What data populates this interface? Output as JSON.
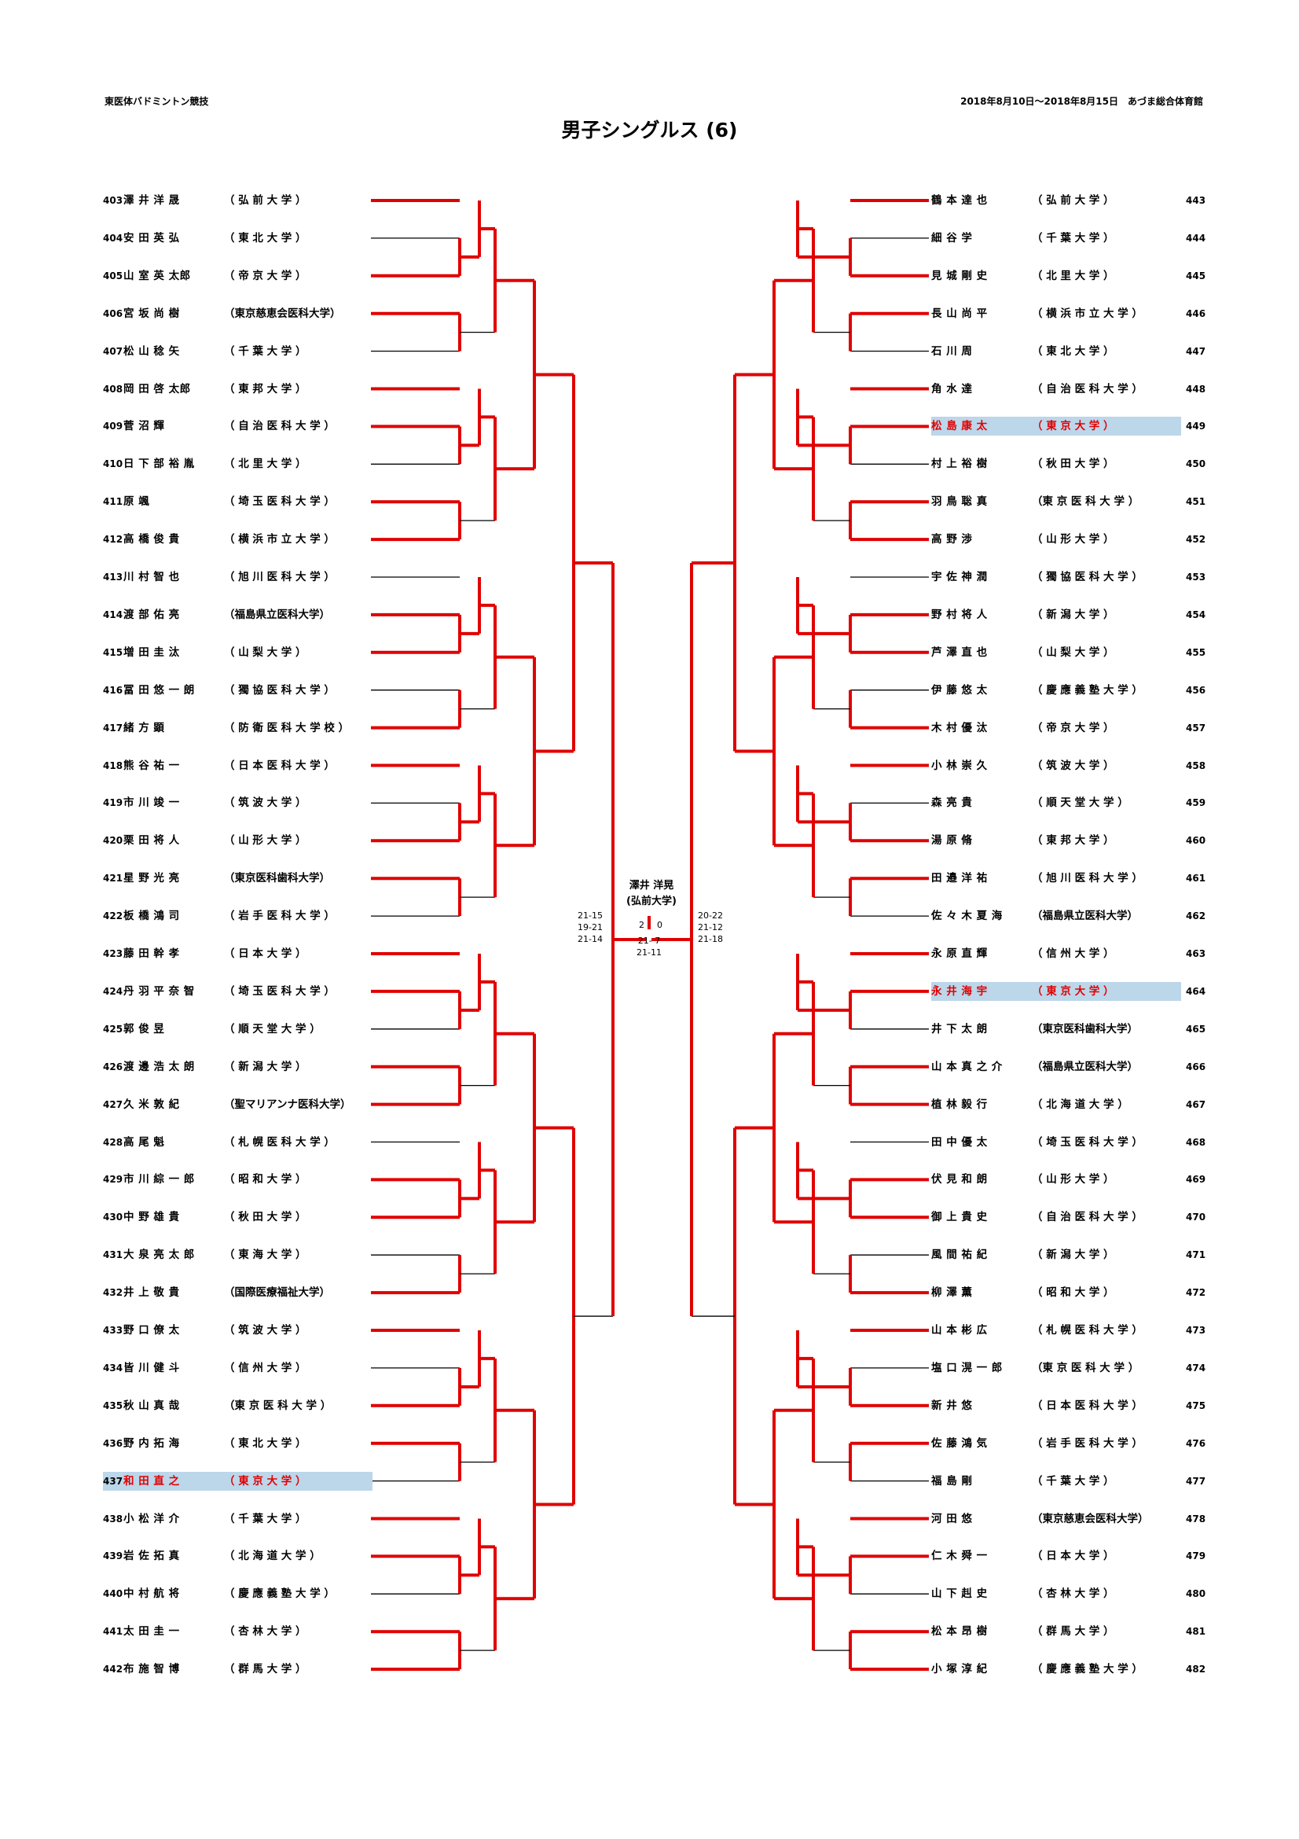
{
  "header": {
    "left": "東医体バドミントン競技",
    "right": "2018年8月10日～2018年8月15日　あづま総合体育館",
    "title": "男子シングルス (6)"
  },
  "champion": {
    "name": "澤井 洋晃",
    "univ": "(弘前大学)"
  },
  "left_players": [
    {
      "no": "403",
      "name": "澤 井 洋 晟",
      "univ": "（ 弘 前 大 学 ）"
    },
    {
      "no": "404",
      "name": "安 田 英 弘",
      "univ": "（ 東 北 大 学 ）"
    },
    {
      "no": "405",
      "name": "山 室 英 太郎",
      "univ": "（ 帝 京 大 学 ）"
    },
    {
      "no": "406",
      "name": "宮 坂 尚 樹",
      "univ": "（東京慈恵会医科大学）"
    },
    {
      "no": "407",
      "name": "松 山 稔 矢",
      "univ": "（ 千 葉 大 学 ）"
    },
    {
      "no": "408",
      "name": "岡 田 啓 太郎",
      "univ": "（ 東 邦 大 学 ）"
    },
    {
      "no": "409",
      "name": "菅 沼 輝",
      "univ": "（ 自 治 医 科 大 学 ）"
    },
    {
      "no": "410",
      "name": "日 下 部 裕 胤",
      "univ": "（ 北 里 大 学 ）"
    },
    {
      "no": "411",
      "name": "原 颯",
      "univ": "（ 埼 玉 医 科 大 学 ）"
    },
    {
      "no": "412",
      "name": "高 橋 俊 貴",
      "univ": "（ 横 浜 市 立 大 学 ）"
    },
    {
      "no": "413",
      "name": "川 村 智 也",
      "univ": "（ 旭 川 医 科 大 学 ）"
    },
    {
      "no": "414",
      "name": "渡 部 佑 亮",
      "univ": "（福島県立医科大学）"
    },
    {
      "no": "415",
      "name": "増 田 圭 汰",
      "univ": "（ 山 梨 大 学 ）"
    },
    {
      "no": "416",
      "name": "冨 田 悠 一 朗",
      "univ": "（ 獨 協 医 科 大 学 ）"
    },
    {
      "no": "417",
      "name": "緒 方 顕",
      "univ": "（ 防 衛 医 科 大 学 校 ）"
    },
    {
      "no": "418",
      "name": "熊 谷 祐 一",
      "univ": "（ 日 本 医 科 大 学 ）"
    },
    {
      "no": "419",
      "name": "市 川 竣 一",
      "univ": "（ 筑 波 大 学 ）"
    },
    {
      "no": "420",
      "name": "栗 田 将 人",
      "univ": "（ 山 形 大 学 ）"
    },
    {
      "no": "421",
      "name": "星 野 光 亮",
      "univ": "（東京医科歯科大学）"
    },
    {
      "no": "422",
      "name": "板 橋 鴻 司",
      "univ": "（ 岩 手 医 科 大 学 ）"
    },
    {
      "no": "423",
      "name": "藤 田 幹 孝",
      "univ": "（ 日 本 大 学 ）"
    },
    {
      "no": "424",
      "name": "丹 羽 平 奈 智",
      "univ": "（ 埼 玉 医 科 大 学 ）"
    },
    {
      "no": "425",
      "name": "郭 俊 昱",
      "univ": "（ 順 天 堂 大 学 ）"
    },
    {
      "no": "426",
      "name": "渡 邊 浩 太 朗",
      "univ": "（ 新 潟 大 学 ）"
    },
    {
      "no": "427",
      "name": "久 米 敦 紀",
      "univ": "（聖マリアンナ医科大学）"
    },
    {
      "no": "428",
      "name": "高 尾 魁",
      "univ": "（ 札 幌 医 科 大 学 ）"
    },
    {
      "no": "429",
      "name": "市 川 綜 一 郎",
      "univ": "（ 昭 和 大 学 ）"
    },
    {
      "no": "430",
      "name": "中 野 雄 貴",
      "univ": "（ 秋 田 大 学 ）"
    },
    {
      "no": "431",
      "name": "大 泉 亮 太 郎",
      "univ": "（ 東 海 大 学 ）"
    },
    {
      "no": "432",
      "name": "井 上 敬 貴",
      "univ": "（国際医療福祉大学）"
    },
    {
      "no": "433",
      "name": "野 口 僚 太",
      "univ": "（ 筑 波 大 学 ）"
    },
    {
      "no": "434",
      "name": "皆 川 健 斗",
      "univ": "（ 信 州 大 学 ）"
    },
    {
      "no": "435",
      "name": "秋 山 真 哉",
      "univ": "（東 京 医 科 大 学 ）"
    },
    {
      "no": "436",
      "name": "野 内 拓 海",
      "univ": "（ 東 北 大 学 ）"
    },
    {
      "no": "437",
      "name": "和 田 直 之",
      "univ": "（ 東 京 大 学 ）",
      "hl": true
    },
    {
      "no": "438",
      "name": "小 松 洋 介",
      "univ": "（ 千 葉 大 学 ）"
    },
    {
      "no": "439",
      "name": "岩 佐 拓 真",
      "univ": "（ 北 海 道 大 学 ）"
    },
    {
      "no": "440",
      "name": "中 村 航 将",
      "univ": "（ 慶 應 義 塾 大 学 ）"
    },
    {
      "no": "441",
      "name": "太 田 圭 一",
      "univ": "（ 杏 林 大 学 ）"
    },
    {
      "no": "442",
      "name": "布 施 智 博",
      "univ": "（ 群 馬 大 学 ）"
    }
  ],
  "right_players": [
    {
      "no": "443",
      "name": "鶴 本 達 也",
      "univ": "（ 弘 前 大 学 ）"
    },
    {
      "no": "444",
      "name": "細 谷 学",
      "univ": "（ 千 葉 大 学 ）"
    },
    {
      "no": "445",
      "name": "見 城 剛 史",
      "univ": "（ 北 里 大 学 ）"
    },
    {
      "no": "446",
      "name": "長 山 尚 平",
      "univ": "（ 横 浜 市 立 大 学 ）"
    },
    {
      "no": "447",
      "name": "石 川 周",
      "univ": "（ 東 北 大 学 ）"
    },
    {
      "no": "448",
      "name": "角 水 達",
      "univ": "（ 自 治 医 科 大 学 ）"
    },
    {
      "no": "449",
      "name": "松 島 康 太",
      "univ": "（ 東 京 大 学 ）",
      "hl": true
    },
    {
      "no": "450",
      "name": "村 上 裕 樹",
      "univ": "（ 秋 田 大 学 ）"
    },
    {
      "no": "451",
      "name": "羽 鳥 聡 真",
      "univ": "（東 京 医 科 大 学 ）"
    },
    {
      "no": "452",
      "name": "高 野 渉",
      "univ": "（ 山 形 大 学 ）"
    },
    {
      "no": "453",
      "name": "宇 佐 神 潤",
      "univ": "（ 獨 協 医 科 大 学 ）"
    },
    {
      "no": "454",
      "name": "野 村 将 人",
      "univ": "（ 新 潟 大 学 ）"
    },
    {
      "no": "455",
      "name": "芦 澤 直 也",
      "univ": "（ 山 梨 大 学 ）"
    },
    {
      "no": "456",
      "name": "伊 藤 悠 太",
      "univ": "（ 慶 應 義 塾 大 学 ）"
    },
    {
      "no": "457",
      "name": "木 村 優 汰",
      "univ": "（ 帝 京 大 学 ）"
    },
    {
      "no": "458",
      "name": "小 林 崇 久",
      "univ": "（ 筑 波 大 学 ）"
    },
    {
      "no": "459",
      "name": "森 亮 貴",
      "univ": "（ 順 天 堂 大 学 ）"
    },
    {
      "no": "460",
      "name": "湯 原 脩",
      "univ": "（ 東 邦 大 学 ）"
    },
    {
      "no": "461",
      "name": "田 邉 洋 祐",
      "univ": "（ 旭 川 医 科 大 学 ）"
    },
    {
      "no": "462",
      "name": "佐 々 木 夏 海",
      "univ": "（福島県立医科大学）"
    },
    {
      "no": "463",
      "name": "永 原 直 輝",
      "univ": "（ 信 州 大 学 ）"
    },
    {
      "no": "464",
      "name": "永 井 海 宇",
      "univ": "（ 東 京 大 学 ）",
      "hl": true
    },
    {
      "no": "465",
      "name": "井 下 太 朗",
      "univ": "（東京医科歯科大学）"
    },
    {
      "no": "466",
      "name": "山 本 真 之 介",
      "univ": "（福島県立医科大学）"
    },
    {
      "no": "467",
      "name": "植 林 毅 行",
      "univ": "（ 北 海 道 大 学 ）"
    },
    {
      "no": "468",
      "name": "田 中 優 太",
      "univ": "（ 埼 玉 医 科 大 学 ）"
    },
    {
      "no": "469",
      "name": "伏 見 和 朗",
      "univ": "（ 山 形 大 学 ）"
    },
    {
      "no": "470",
      "name": "御 上 貴 史",
      "univ": "（ 自 治 医 科 大 学 ）"
    },
    {
      "no": "471",
      "name": "風 間 祐 紀",
      "univ": "（ 新 潟 大 学 ）"
    },
    {
      "no": "472",
      "name": "柳 澤 薫",
      "univ": "（ 昭 和 大 学 ）"
    },
    {
      "no": "473",
      "name": "山 本 彬 広",
      "univ": "（ 札 幌 医 科 大 学 ）"
    },
    {
      "no": "474",
      "name": "塩 口 滉 一 郎",
      "univ": "（東 京 医 科 大 学 ）"
    },
    {
      "no": "475",
      "name": "新 井 悠",
      "univ": "（ 日 本 医 科 大 学 ）"
    },
    {
      "no": "476",
      "name": "佐 藤 鴻 気",
      "univ": "（ 岩 手 医 科 大 学 ）"
    },
    {
      "no": "477",
      "name": "福 島 剛",
      "univ": "（ 千 葉 大 学 ）"
    },
    {
      "no": "478",
      "name": "河 田 悠",
      "univ": "（東京慈恵会医科大学）"
    },
    {
      "no": "479",
      "name": "仁 木 舜 一",
      "univ": "（ 日 本 大 学 ）"
    },
    {
      "no": "480",
      "name": "山 下 赳 史",
      "univ": "（ 杏 林 大 学 ）"
    },
    {
      "no": "481",
      "name": "松 本 昂 樹",
      "univ": "（ 群 馬 大 学 ）"
    },
    {
      "no": "482",
      "name": "小 塚 淳 紀",
      "univ": "（ 慶 應 義 塾 大 学 ）"
    }
  ],
  "final": {
    "left_games": "21-15\n19-21\n21-14",
    "right_games": "20-22\n21-12\n21-18",
    "score_left": "2",
    "score_right": "0",
    "center_games": "21- 7\n21-11"
  },
  "colors": {
    "win": "#e00000",
    "line": "#000000",
    "highlight": "#bcd6ea"
  }
}
